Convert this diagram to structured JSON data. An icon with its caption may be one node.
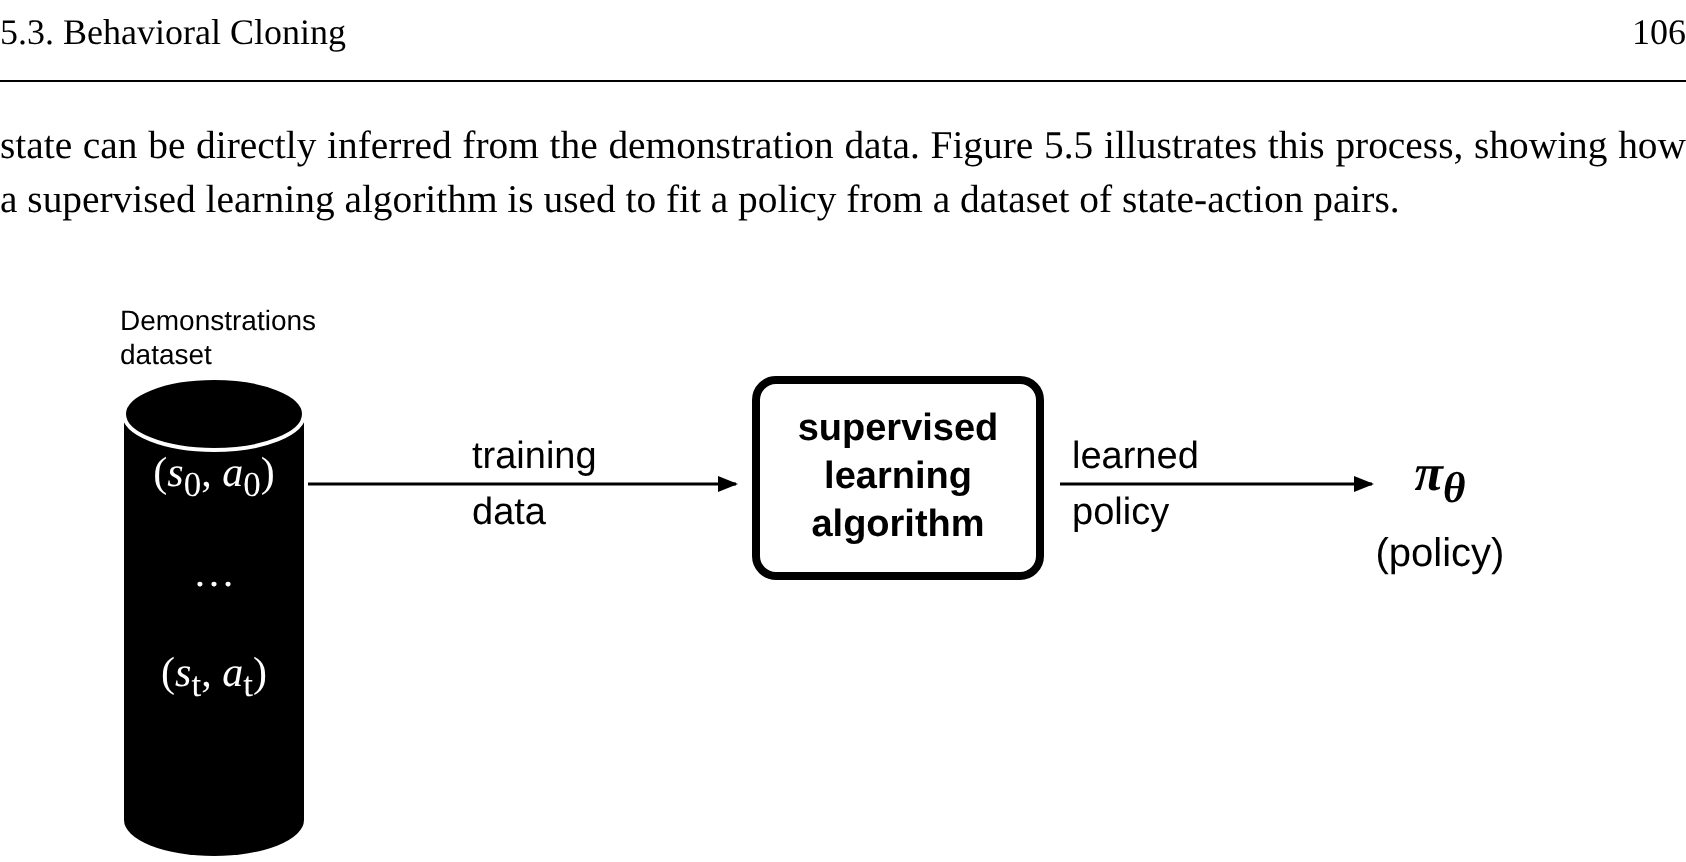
{
  "diagram": {
    "nodes": [
      {
        "text": [
          "Demonstrations dataset",
          "(*s*$_{0}$, *a*$_{0}$)",
          "…",
          "(*s*$_{t}$, *a*$_{t}$)"
        ]
      },
      {
        "text": [
          "supervised learning algorithm"
        ]
      },
      {
        "text": [
          "π$_{θ}$"
        ],
        "beside": [
          "(policy)"
        ]
      }
    ],
    "edges": [
      {
        "from": 0,
        "to": 1,
        "arrow": "to",
        "label": "training data"
      },
      {
        "from": 1,
        "to": 2,
        "arrow": "to",
        "label": "learned policy"
      }
    ],
    "labels": [
      "5.3. Behavioral Cloning",
      "106",
      "state can be directly inferred from the demonstration data. Figure 5.5 illustrates this process, showing how a supervised learning algorithm is used to fit a policy from a dataset of state-action pairs."
    ]
  }
}
